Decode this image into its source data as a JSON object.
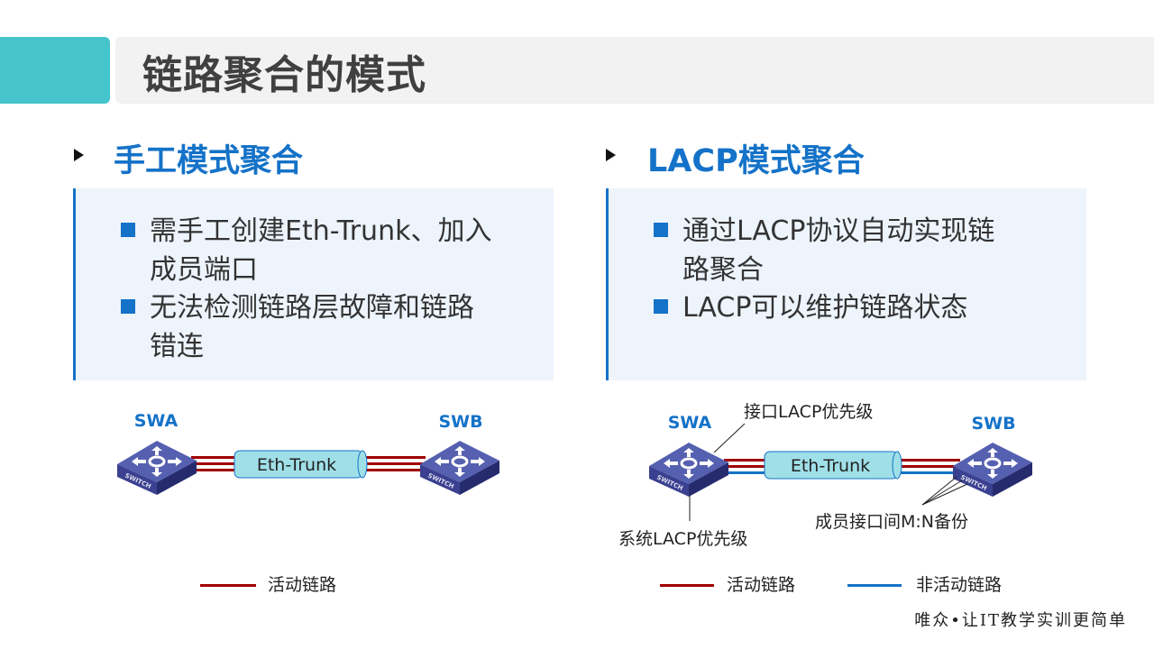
{
  "title": "链路聚合的模式",
  "left": {
    "heading": "手工模式聚合",
    "bullets": [
      "需手工创建Eth-Trunk、加入",
      "成员端口",
      "无法检测链路层故障和链路",
      "错连"
    ],
    "diagram": {
      "swa": "SWA",
      "swb": "SWB",
      "trunk": "Eth-Trunk",
      "switch_text": "SWITCH"
    },
    "legend": [
      {
        "label": "活动链路",
        "color": "#a00000"
      }
    ]
  },
  "right": {
    "heading": "LACP模式聚合",
    "bullets": [
      "通过LACP协议自动实现链",
      "路聚合",
      "LACP可以维护链路状态"
    ],
    "diagram": {
      "swa": "SWA",
      "swb": "SWB",
      "trunk": "Eth-Trunk",
      "switch_text": "SWITCH",
      "ann_port_priority": "接口LACP优先级",
      "ann_sys_priority": "系统LACP优先级",
      "ann_backup": "成员接口间M:N备份"
    },
    "legend": [
      {
        "label": "活动链路",
        "color": "#a00000"
      },
      {
        "label": "非活动链路",
        "color": "#1472c8"
      }
    ]
  },
  "footer": "唯众•让IT教学实训更简单",
  "colors": {
    "accent": "#45c4cc",
    "heading": "#1472c8",
    "active": "#a00000",
    "inactive": "#1472c8"
  }
}
